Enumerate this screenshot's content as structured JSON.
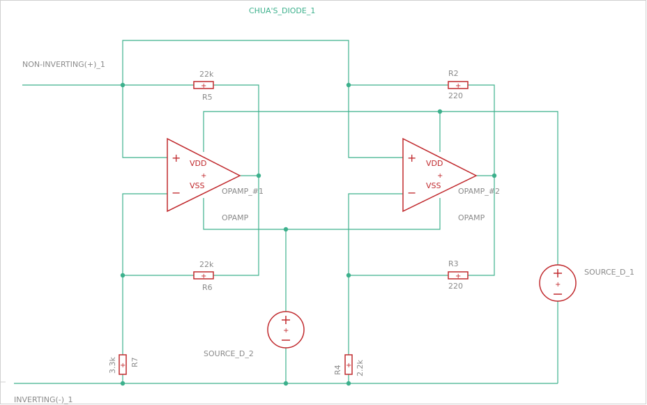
{
  "schematic": {
    "title": "CHUA'S_DIODE_1",
    "ports": {
      "non_inverting": "NON-INVERTING(+)_1",
      "inverting": "INVERTING(-)_1"
    },
    "opamps": [
      {
        "name": "OPAMP_#1",
        "value": "OPAMP",
        "vdd": "VDD",
        "vss": "VSS",
        "plus": "+",
        "minus": "−"
      },
      {
        "name": "OPAMP_#2",
        "value": "OPAMP",
        "vdd": "VDD",
        "vss": "VSS",
        "plus": "+",
        "minus": "−"
      }
    ],
    "resistors": {
      "r5": {
        "name": "R5",
        "value": "22k"
      },
      "r6": {
        "name": "R6",
        "value": "22k"
      },
      "r7": {
        "name": "R7",
        "value": "3.3k"
      },
      "r2": {
        "name": "R2",
        "value": "220"
      },
      "r3": {
        "name": "R3",
        "value": "220"
      },
      "r4": {
        "name": "R4",
        "value": "2.2k"
      }
    },
    "sources": {
      "d1": {
        "name": "SOURCE_D_1"
      },
      "d2": {
        "name": "SOURCE_D_2"
      }
    },
    "colors": {
      "wire": "#3cb08c",
      "component": "#c0282c",
      "label": "#8a8a8a"
    }
  }
}
